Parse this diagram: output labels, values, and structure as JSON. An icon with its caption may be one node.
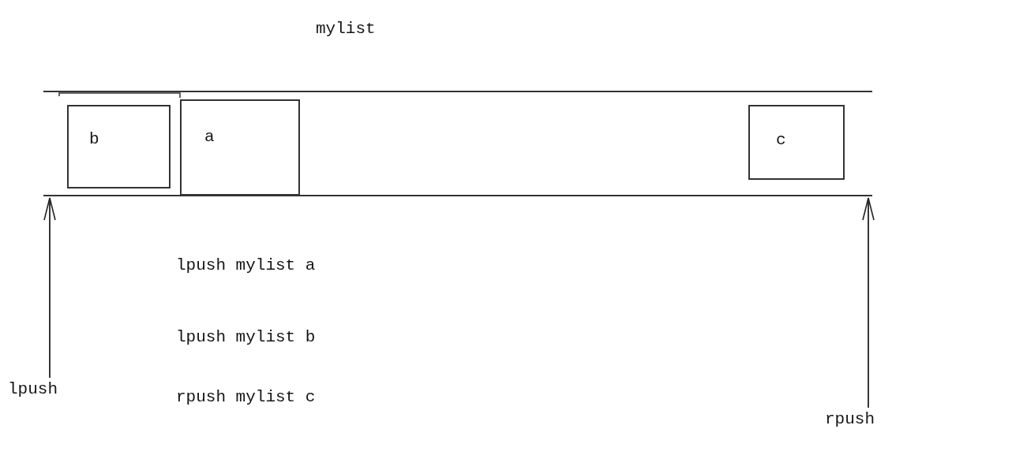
{
  "diagram": {
    "nodes": [
      {
        "text": [
          "mylist"
        ]
      },
      {
        "text": [
          "b"
        ],
        "in": 0
      },
      {
        "text": [
          "a"
        ],
        "in": 0
      },
      {
        "text": [
          "c"
        ],
        "in": 0
      },
      {
        "text": [
          "lpush"
        ]
      },
      {
        "text": [
          "rpush"
        ]
      }
    ],
    "edges": [
      {
        "from": 4,
        "to": 0,
        "arrow": "to"
      },
      {
        "from": 5,
        "to": 0,
        "arrow": "to"
      }
    ],
    "labels": [
      "lpush mylist a",
      "lpush mylist b",
      "rpush mylist c"
    ]
  }
}
